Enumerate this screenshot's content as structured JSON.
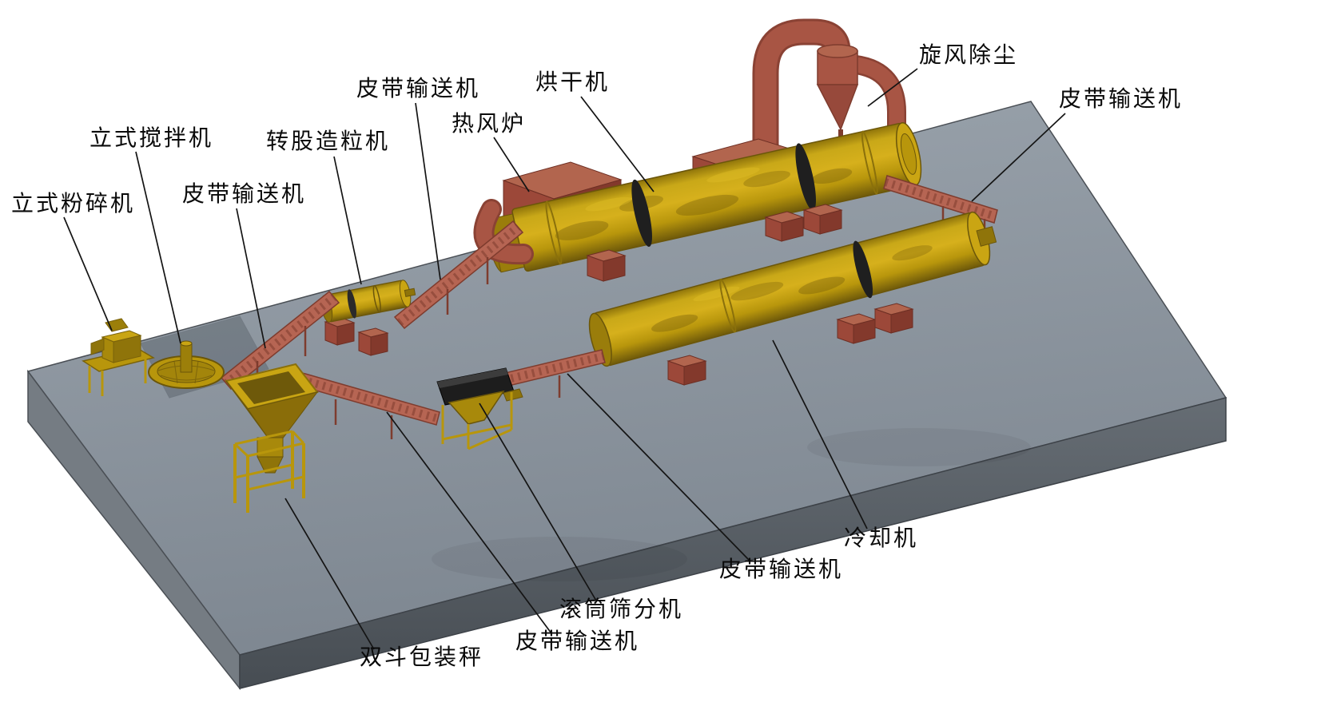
{
  "figure": {
    "kind": "isometric-equipment-layout-diagram",
    "background": "#ffffff"
  },
  "labels": [
    {
      "text": "立式粉碎机",
      "target": "vertical-crusher"
    },
    {
      "text": "立式搅拌机",
      "target": "vertical-mixer"
    },
    {
      "text": "皮带输送机",
      "target": "belt-conveyor-1"
    },
    {
      "text": "转股造粒机",
      "target": "rotary-drum-granulator"
    },
    {
      "text": "皮带输送机",
      "target": "belt-conveyor-2"
    },
    {
      "text": "热风炉",
      "target": "hot-air-furnace"
    },
    {
      "text": "烘干机",
      "target": "rotary-dryer"
    },
    {
      "text": "旋风除尘",
      "target": "cyclone-dust-collector"
    },
    {
      "text": "皮带输送机",
      "target": "belt-conveyor-3"
    },
    {
      "text": "冷却机",
      "target": "rotary-cooler"
    },
    {
      "text": "皮带输送机",
      "target": "belt-conveyor-4"
    },
    {
      "text": "滚筒筛分机",
      "target": "drum-screener"
    },
    {
      "text": "皮带输送机",
      "target": "belt-conveyor-5"
    },
    {
      "text": "双斗包装秤",
      "target": "double-hopper-packing-scale"
    }
  ],
  "colors": {
    "platform_top": "#8f99a3",
    "platform_front": "#565d64",
    "drum_yellow": "#b8960c",
    "machine_red": "#9c4839",
    "conveyor_red": "#b66553",
    "screener_black": "#1d1d1d",
    "label_text": "#0a0a0a",
    "background": "#ffffff"
  }
}
